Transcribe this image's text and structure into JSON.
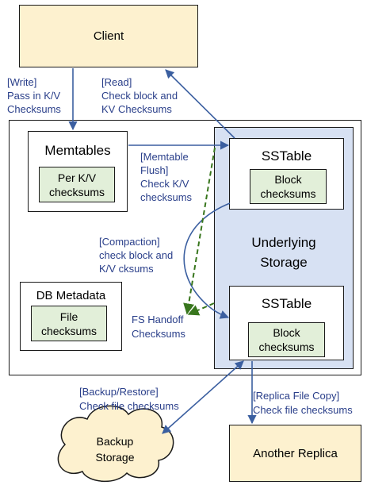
{
  "nodes": {
    "client": "Client",
    "memtables": "Memtables",
    "per_kv_checksums": "Per K/V\nchecksums",
    "sstable_top": "SSTable",
    "block_checksums_top": "Block\nchecksums",
    "underlying_storage": "Underlying\nStorage",
    "db_metadata": "DB Metadata",
    "file_checksums": "File\nchecksums",
    "sstable_bottom": "SSTable",
    "block_checksums_bottom": "Block\nchecksums",
    "backup_storage": "Backup\nStorage",
    "another_replica": "Another Replica"
  },
  "edges": {
    "write": "[Write]\nPass in K/V\nChecksums",
    "read": "[Read]\nCheck block and\nKV Checksums",
    "memtable_flush": "[Memtable\nFlush]\nCheck K/V\nchecksums",
    "compaction": "[Compaction]\ncheck block and\nK/V cksums",
    "fs_handoff": "FS Handoff\nChecksums",
    "backup_restore": "[Backup/Restore]\nCheck file checksums",
    "replica_copy": "[Replica File Copy]\nCheck file checksums"
  },
  "colors": {
    "edge_text": "#2a3f8a",
    "arrow": "#3b5fa0",
    "handoff_arrow": "#38761d",
    "peach": "#fdf1cf",
    "green": "#e2efd9",
    "storage": "#d7e1f3"
  }
}
